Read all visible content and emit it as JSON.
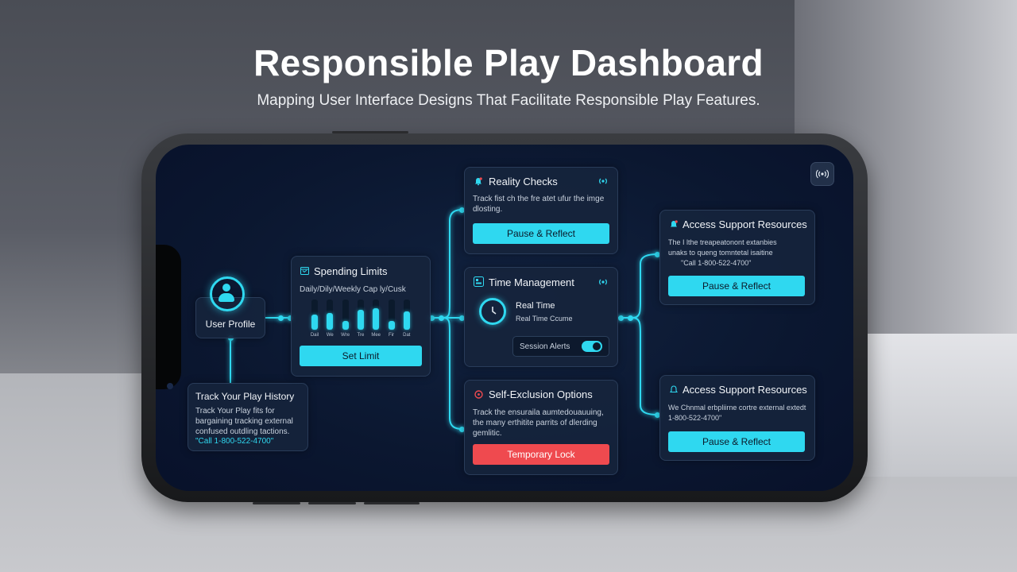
{
  "header": {
    "title": "Responsible Play Dashboard",
    "subtitle": "Mapping User Interface Designs That Facilitate Responsible Play Features."
  },
  "colors": {
    "accent": "#2fd8f0",
    "danger": "#ef4a4f",
    "screen_bg": "#0b1730",
    "card_bg": "#16243c"
  },
  "icons": {
    "broadcast": "broadcast-icon",
    "bell": "bell-icon",
    "calendar": "calendar-icon",
    "clock": "clock-icon",
    "stop": "stop-circle-icon",
    "user": "user-icon"
  },
  "user_profile": {
    "label": "User Profile"
  },
  "play_history": {
    "title": "Track Your Play History",
    "text": "Track Your Play fits for bargaining tracking external confused outdling tactions.",
    "phone": "\"Call 1-800-522-4700\""
  },
  "spending": {
    "title": "Spending Limits",
    "subtitle": "Daily/Dily/Weekly Cap ly/Cusk",
    "days": [
      "Dail",
      "We",
      "Wre",
      "Tre",
      "Mee",
      "Fir",
      "Dat"
    ],
    "fill_levels": [
      0.5,
      0.55,
      0.3,
      0.65,
      0.7,
      0.3,
      0.6
    ],
    "button": "Set Limit"
  },
  "reality": {
    "title": "Reality Checks",
    "text": "Track fist ch the fre atet ufur the imge dlosting.",
    "button": "Pause & Reflect"
  },
  "time": {
    "title": "Time Management",
    "label": "Real Time",
    "sublabel": "Real Time Ccume",
    "session_label": "Session Alerts",
    "session_on": true
  },
  "self_exclusion": {
    "title": "Self-Exclusion Options",
    "text": "Track the ensuraila aumtedouauuing, the many erthitite parrits of dlerding gemlitic.",
    "button": "Temporary Lock"
  },
  "support_top": {
    "title": "Access Support Resources",
    "text": "The I lthe treapeatonont extanbies unaks to queng tomntetal isaitine",
    "phone": "\"Call 1-800-522-4700\"",
    "button": "Pause & Reflect"
  },
  "support_bottom": {
    "title": "Access Support Resources",
    "text": "We Chnmal erbpliirne cortre external extedt 1-800-522-4700\"",
    "button": "Pause & Reflect"
  }
}
